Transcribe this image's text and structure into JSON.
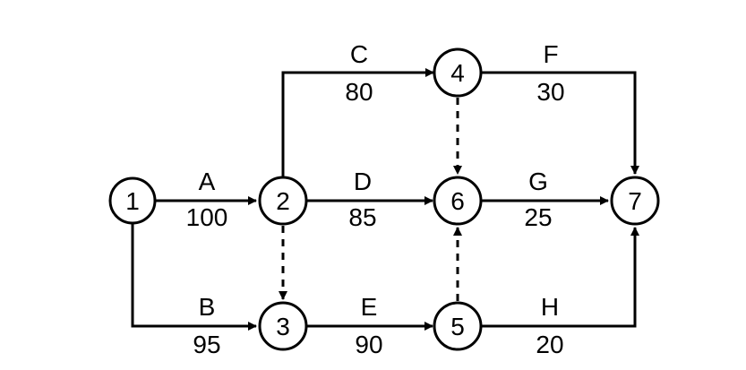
{
  "nodes": [
    {
      "id": "1",
      "label": "1"
    },
    {
      "id": "2",
      "label": "2"
    },
    {
      "id": "3",
      "label": "3"
    },
    {
      "id": "4",
      "label": "4"
    },
    {
      "id": "5",
      "label": "5"
    },
    {
      "id": "6",
      "label": "6"
    },
    {
      "id": "7",
      "label": "7"
    }
  ],
  "activities": [
    {
      "name": "A",
      "duration": "100",
      "from": "1",
      "to": "2"
    },
    {
      "name": "B",
      "duration": "95",
      "from": "1",
      "to": "3"
    },
    {
      "name": "C",
      "duration": "80",
      "from": "2",
      "to": "4"
    },
    {
      "name": "D",
      "duration": "85",
      "from": "2",
      "to": "6"
    },
    {
      "name": "E",
      "duration": "90",
      "from": "3",
      "to": "5"
    },
    {
      "name": "F",
      "duration": "30",
      "from": "4",
      "to": "7"
    },
    {
      "name": "G",
      "duration": "25",
      "from": "6",
      "to": "7"
    },
    {
      "name": "H",
      "duration": "20",
      "from": "5",
      "to": "7"
    }
  ],
  "dummies": [
    {
      "from": "2",
      "to": "3"
    },
    {
      "from": "4",
      "to": "6"
    },
    {
      "from": "5",
      "to": "6"
    }
  ]
}
